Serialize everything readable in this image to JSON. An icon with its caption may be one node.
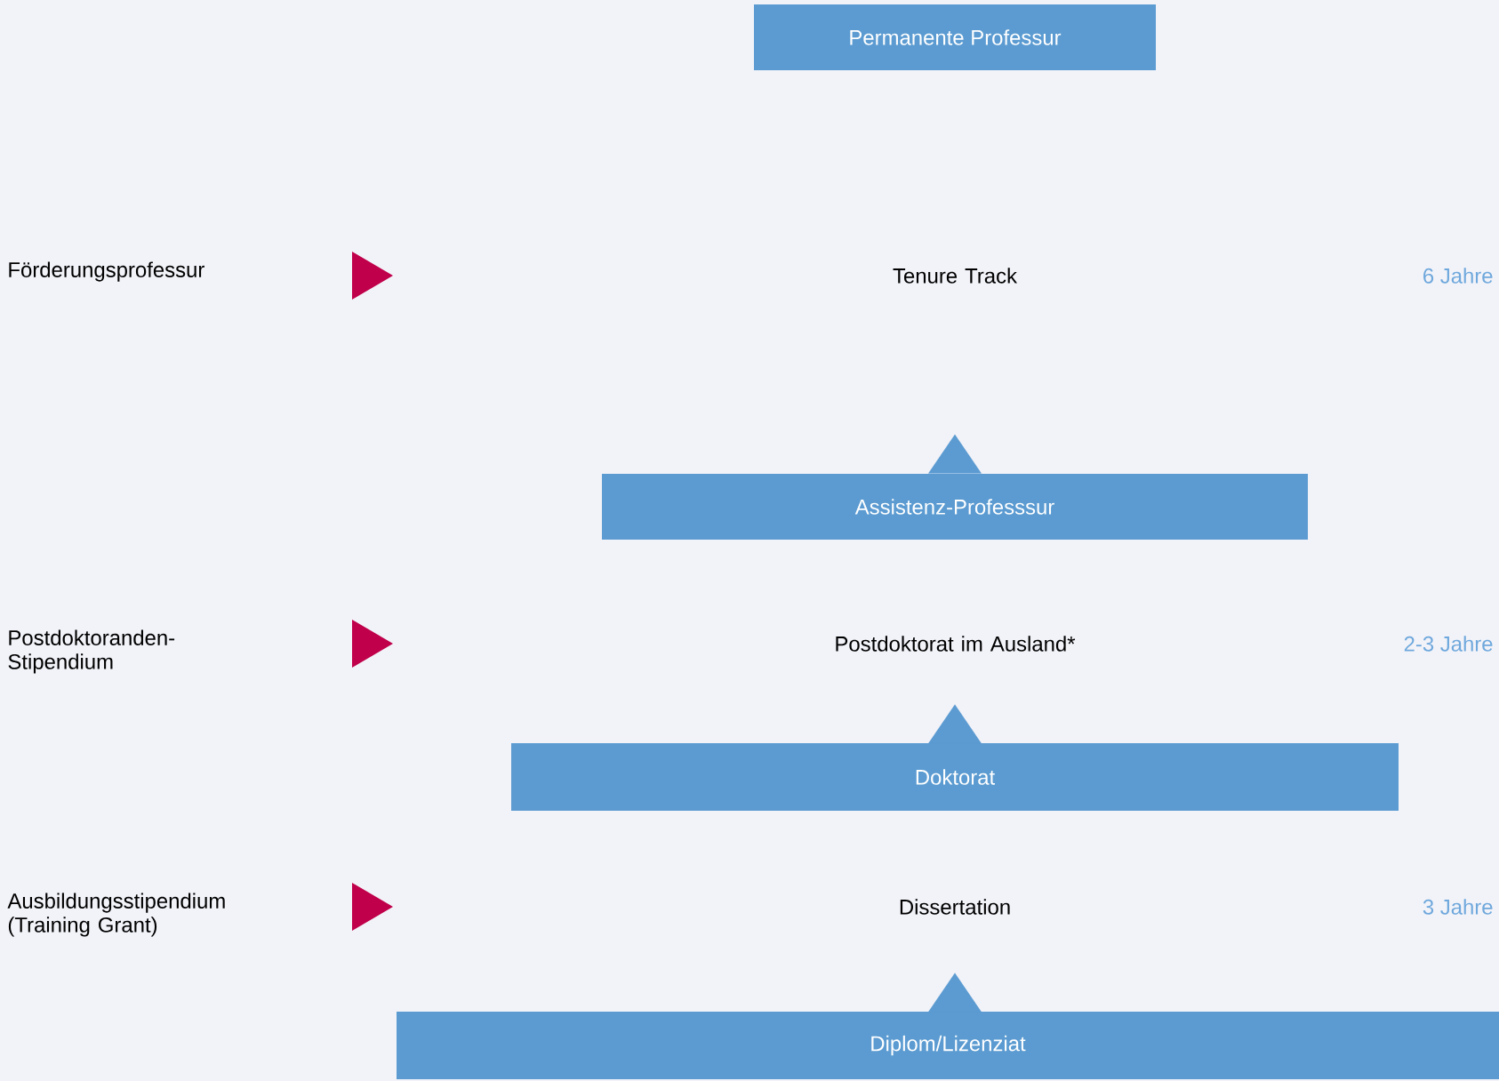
{
  "diagram": {
    "nodes": [
      {
        "text": [
          "Permanente Professur"
        ]
      },
      {
        "text": [
          "Förderungsprofessur"
        ]
      },
      {
        "text": [
          "Tenure Track"
        ]
      },
      {
        "text": [
          "Assistenz-Professsur"
        ]
      },
      {
        "text": [
          "Postdoktoranden-Stipendium"
        ]
      },
      {
        "text": [
          "Postdoktorat im Ausland*"
        ]
      },
      {
        "text": [
          "Doktorat"
        ]
      },
      {
        "text": [
          "Ausbildungsstipendium (Training Grant)"
        ]
      },
      {
        "text": [
          "Dissertation"
        ]
      },
      {
        "text": [
          "Diplom/Lizenziat"
        ]
      }
    ],
    "edges": [
      {
        "from": 3,
        "to": null,
        "arrow": "to"
      },
      {
        "from": 6,
        "to": 5,
        "arrow": "to"
      },
      {
        "from": 9,
        "to": 8,
        "arrow": "to"
      }
    ],
    "labels": [
      "6 Jahre",
      "2-3 Jahre",
      "3 Jahre"
    ]
  }
}
